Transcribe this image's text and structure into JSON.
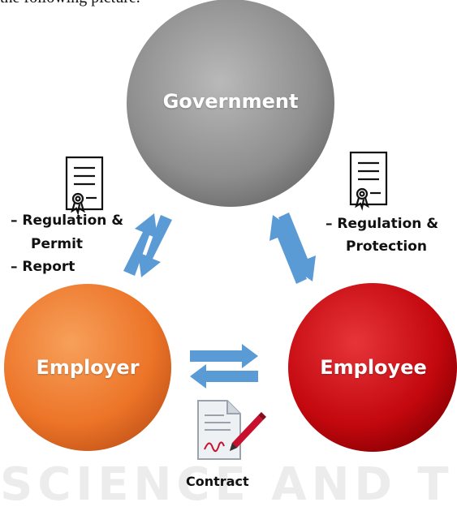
{
  "top_text": "the following picture.",
  "nodes": {
    "government": "Government",
    "employer": "Employer",
    "employee": "Employee"
  },
  "labels": {
    "left_line1": "– Regulation &",
    "left_line2": "Permit",
    "left_line3": "– Report",
    "right_line1": "– Regulation &",
    "right_line2": "Protection",
    "bottom": "Contract"
  },
  "watermark": "SCIENCE AND TECHN",
  "colors": {
    "government": "#8f8f8f",
    "employer": "#ee7a2a",
    "employee": "#c80f14",
    "arrow": "#5b9bd5"
  },
  "icons": [
    "certificate-icon",
    "certificate-icon",
    "contract-icon"
  ]
}
